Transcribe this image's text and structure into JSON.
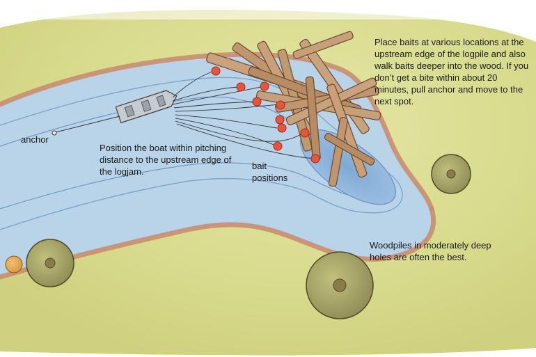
{
  "labels": {
    "anchor": "anchor",
    "boat_position": "Position the boat within pitching distance to the upstream edge of the logjam.",
    "bait_positions": "bait positions",
    "placement_tip": "Place baits at various locations at the upstream edge of the logpile and also walk baits deeper into the wood. If you don’t get a bite within about 20 minutes, pull anchor and move to the next spot.",
    "woodpiles_note": "Woodpiles in moderately deep holes are often the best."
  },
  "colors": {
    "water": "#b9d3e9",
    "water_deep": "#8fb6dc",
    "grass": "#dfe29a",
    "bank": "#c98a6a",
    "log": "#c9a37e",
    "bait_marker": "#e8553a",
    "tree": "#a9a86a"
  },
  "bait_markers_count": 10
}
